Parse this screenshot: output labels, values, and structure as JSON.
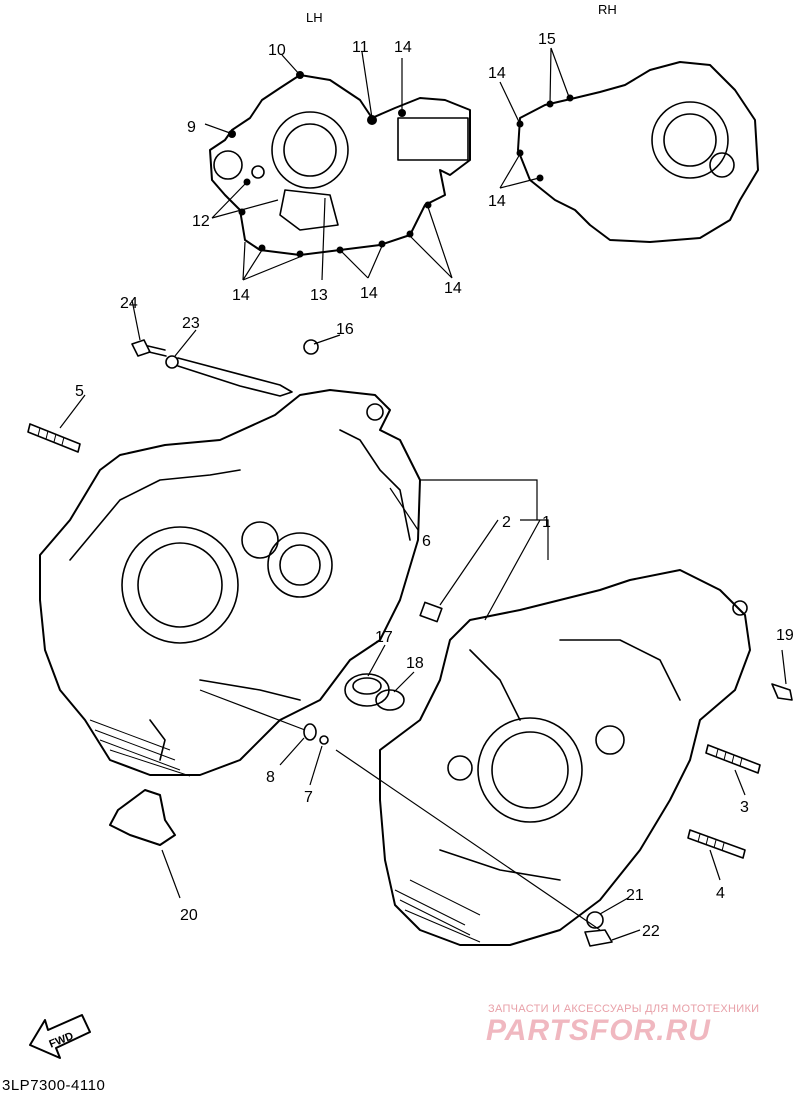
{
  "diagram": {
    "side_labels": {
      "left": "LH",
      "right": "RH"
    },
    "part_numbers": [
      "1",
      "2",
      "3",
      "4",
      "5",
      "6",
      "7",
      "8",
      "9",
      "10",
      "11",
      "12",
      "13",
      "14",
      "15",
      "16",
      "17",
      "18",
      "19",
      "20",
      "21",
      "22",
      "23",
      "24"
    ],
    "fwd_label": "FWD",
    "drawing_code": "3LP7300-4110"
  },
  "watermark": {
    "caption": "ЗАПЧАСТИ И АКСЕССУАРЫ ДЛЯ МОТОТЕХНИКИ",
    "logo": "PARTSFOR.RU"
  }
}
